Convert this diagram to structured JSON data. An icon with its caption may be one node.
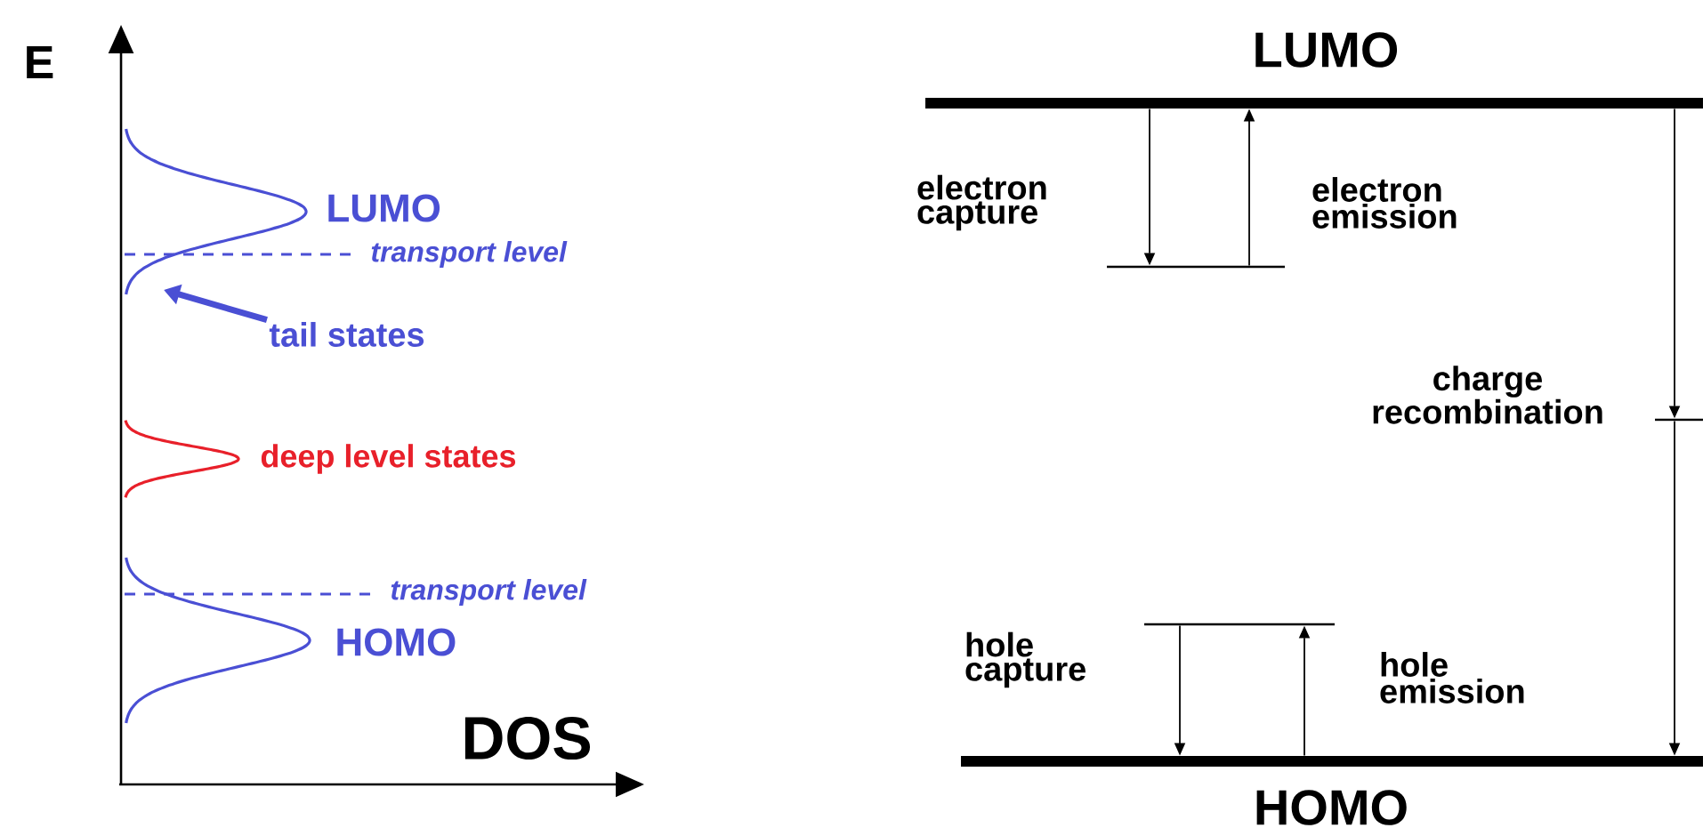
{
  "diagram": {
    "nodes": [
      {
        "text": [
          "LUMO"
        ]
      },
      {
        "text": [],
        "shape": "bar"
      },
      {
        "text": [],
        "shape": "bar"
      },
      {
        "text": [],
        "shape": "bar"
      },
      {
        "text": [
          "HOMO"
        ]
      },
      {
        "text": [
          "tail states"
        ]
      }
    ],
    "edges": [
      {
        "from": 0,
        "to": 1,
        "arrow": "to",
        "label": "electron capture"
      },
      {
        "from": 1,
        "to": 0,
        "arrow": "to",
        "label": "electron emission"
      },
      {
        "from": 0,
        "to": 2,
        "arrow": "to",
        "label": "charge recombination"
      },
      {
        "from": 2,
        "to": 4,
        "arrow": "to"
      },
      {
        "from": 3,
        "to": 4,
        "arrow": "to",
        "label": "hole capture"
      },
      {
        "from": 4,
        "to": 3,
        "arrow": "to",
        "label": "hole emission"
      },
      {
        "from": 5,
        "to": null,
        "arrow": "to",
        "style": "thick",
        "color": "#4a4fd4"
      }
    ],
    "labels": [
      "E",
      "LUMO",
      "transport level",
      "deep level states",
      "transport level",
      "HOMO",
      "DOS"
    ]
  }
}
